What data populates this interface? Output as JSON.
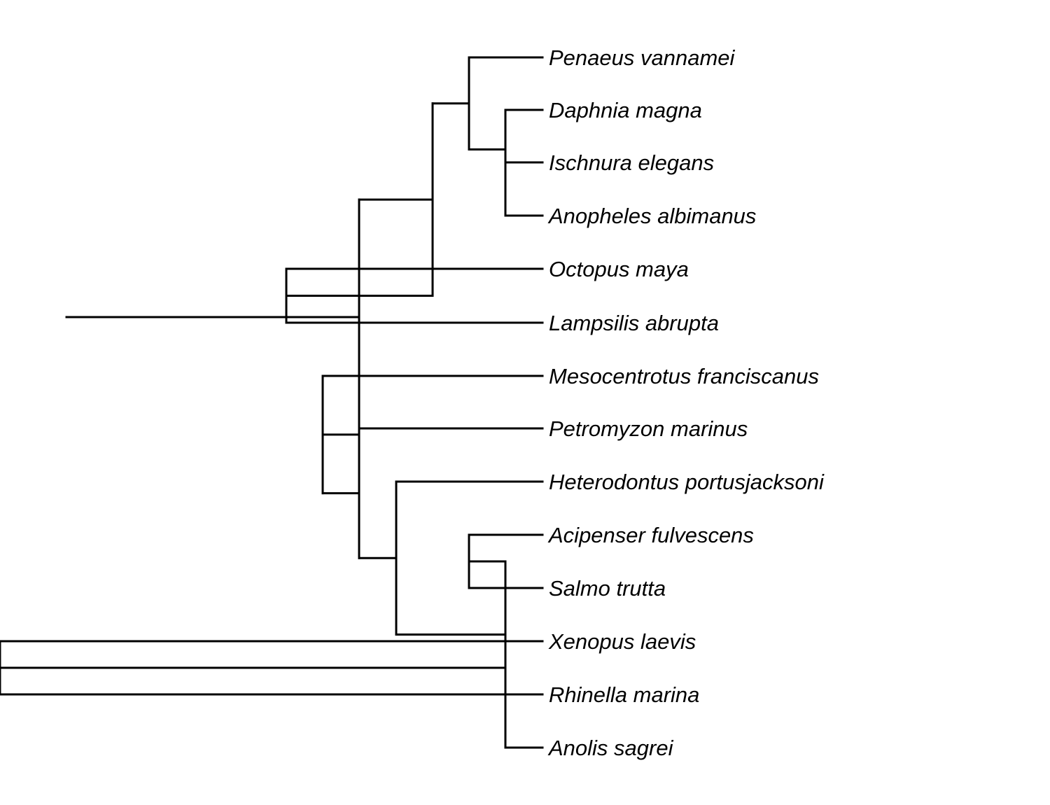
{
  "diagram": {
    "type": "phylogenetic-tree",
    "orientation": "left-to-right",
    "line_color": "#000000",
    "label_color": "#000000",
    "taxa": [
      "Penaeus vannamei",
      "Daphnia magna",
      "Ischnura elegans",
      "Anopheles albimanus",
      "Octopus maya",
      "Lampsilis abrupta",
      "Mesocentrotus franciscanus",
      "Petromyzon marinus",
      "Heterodontus portusjacksoni",
      "Acipenser fulvescens",
      "Salmo trutta",
      "Xenopus laevis",
      "Rhinella marina",
      "Anolis sagrei"
    ],
    "newick": "((((Penaeus vannamei,(Daphnia magna,(Ischnura elegans,Anopheles albimanus))),(Octopus maya,Lampsilis abrupta)),(Mesocentrotus franciscanus,(Petromyzon marinus,(Heterodontus portusjacksoni,((Acipenser fulvescens,Salmo trutta),((Xenopus laevis,Rhinella marina),Anolis sagrei)))))));"
  }
}
